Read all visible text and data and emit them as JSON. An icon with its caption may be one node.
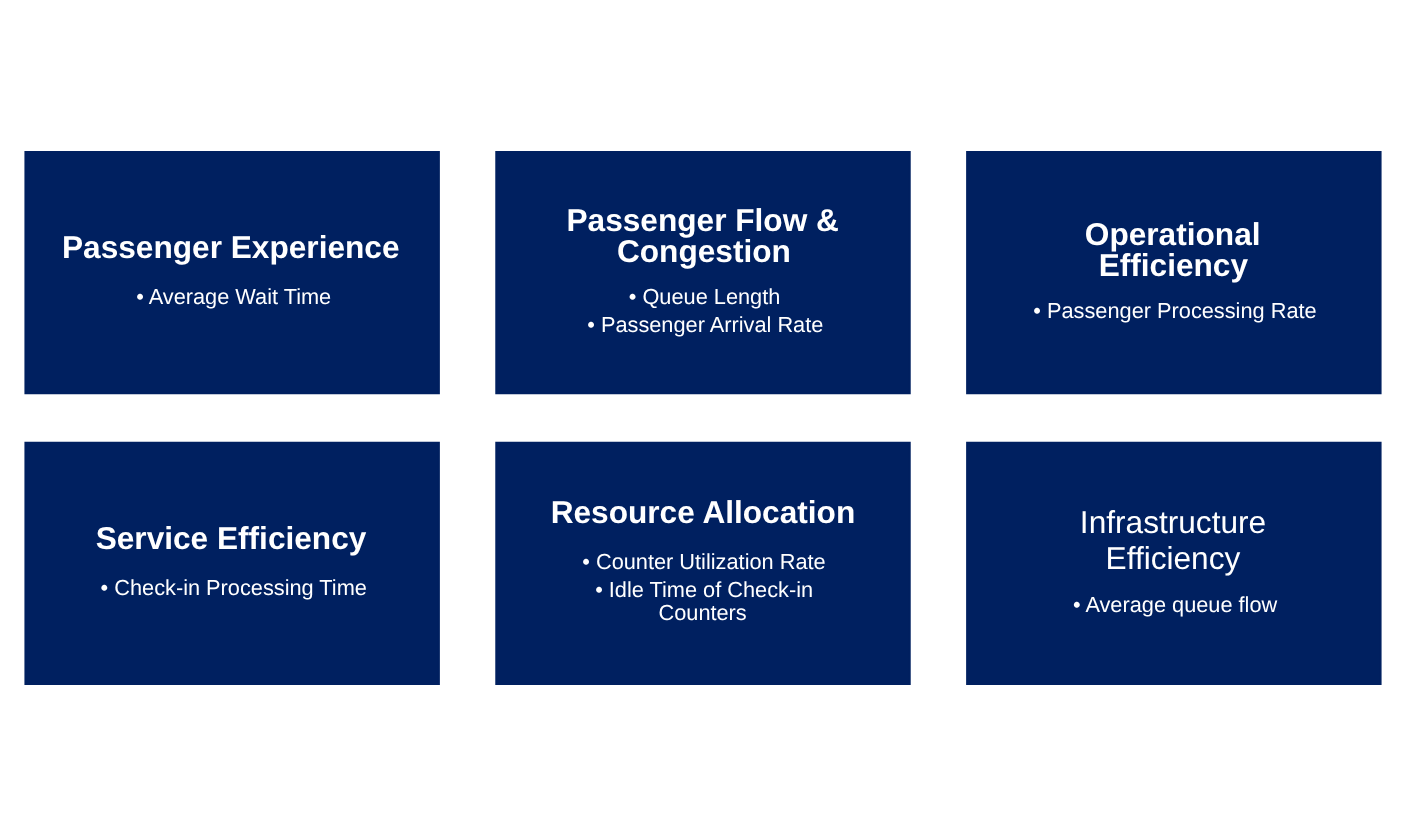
{
  "diagram": {
    "nodes": [
      {
        "text": [
          "Passenger Experience",
          "• Average Wait Time"
        ]
      },
      {
        "text": [
          "Passenger Flow & Congestion",
          "• Queue Length",
          "• Passenger Arrival Rate"
        ]
      },
      {
        "text": [
          "Operational Efficiency",
          "• Passenger Processing Rate"
        ]
      },
      {
        "text": [
          "Service Efficiency",
          "• Check-in Processing Time"
        ]
      },
      {
        "text": [
          "Resource Allocation",
          "• Counter Utilization Rate",
          "• Idle Time of Check-in Counters"
        ]
      },
      {
        "text": [
          "Infrastructure Efficiency",
          "• Average queue flow"
        ]
      }
    ]
  }
}
